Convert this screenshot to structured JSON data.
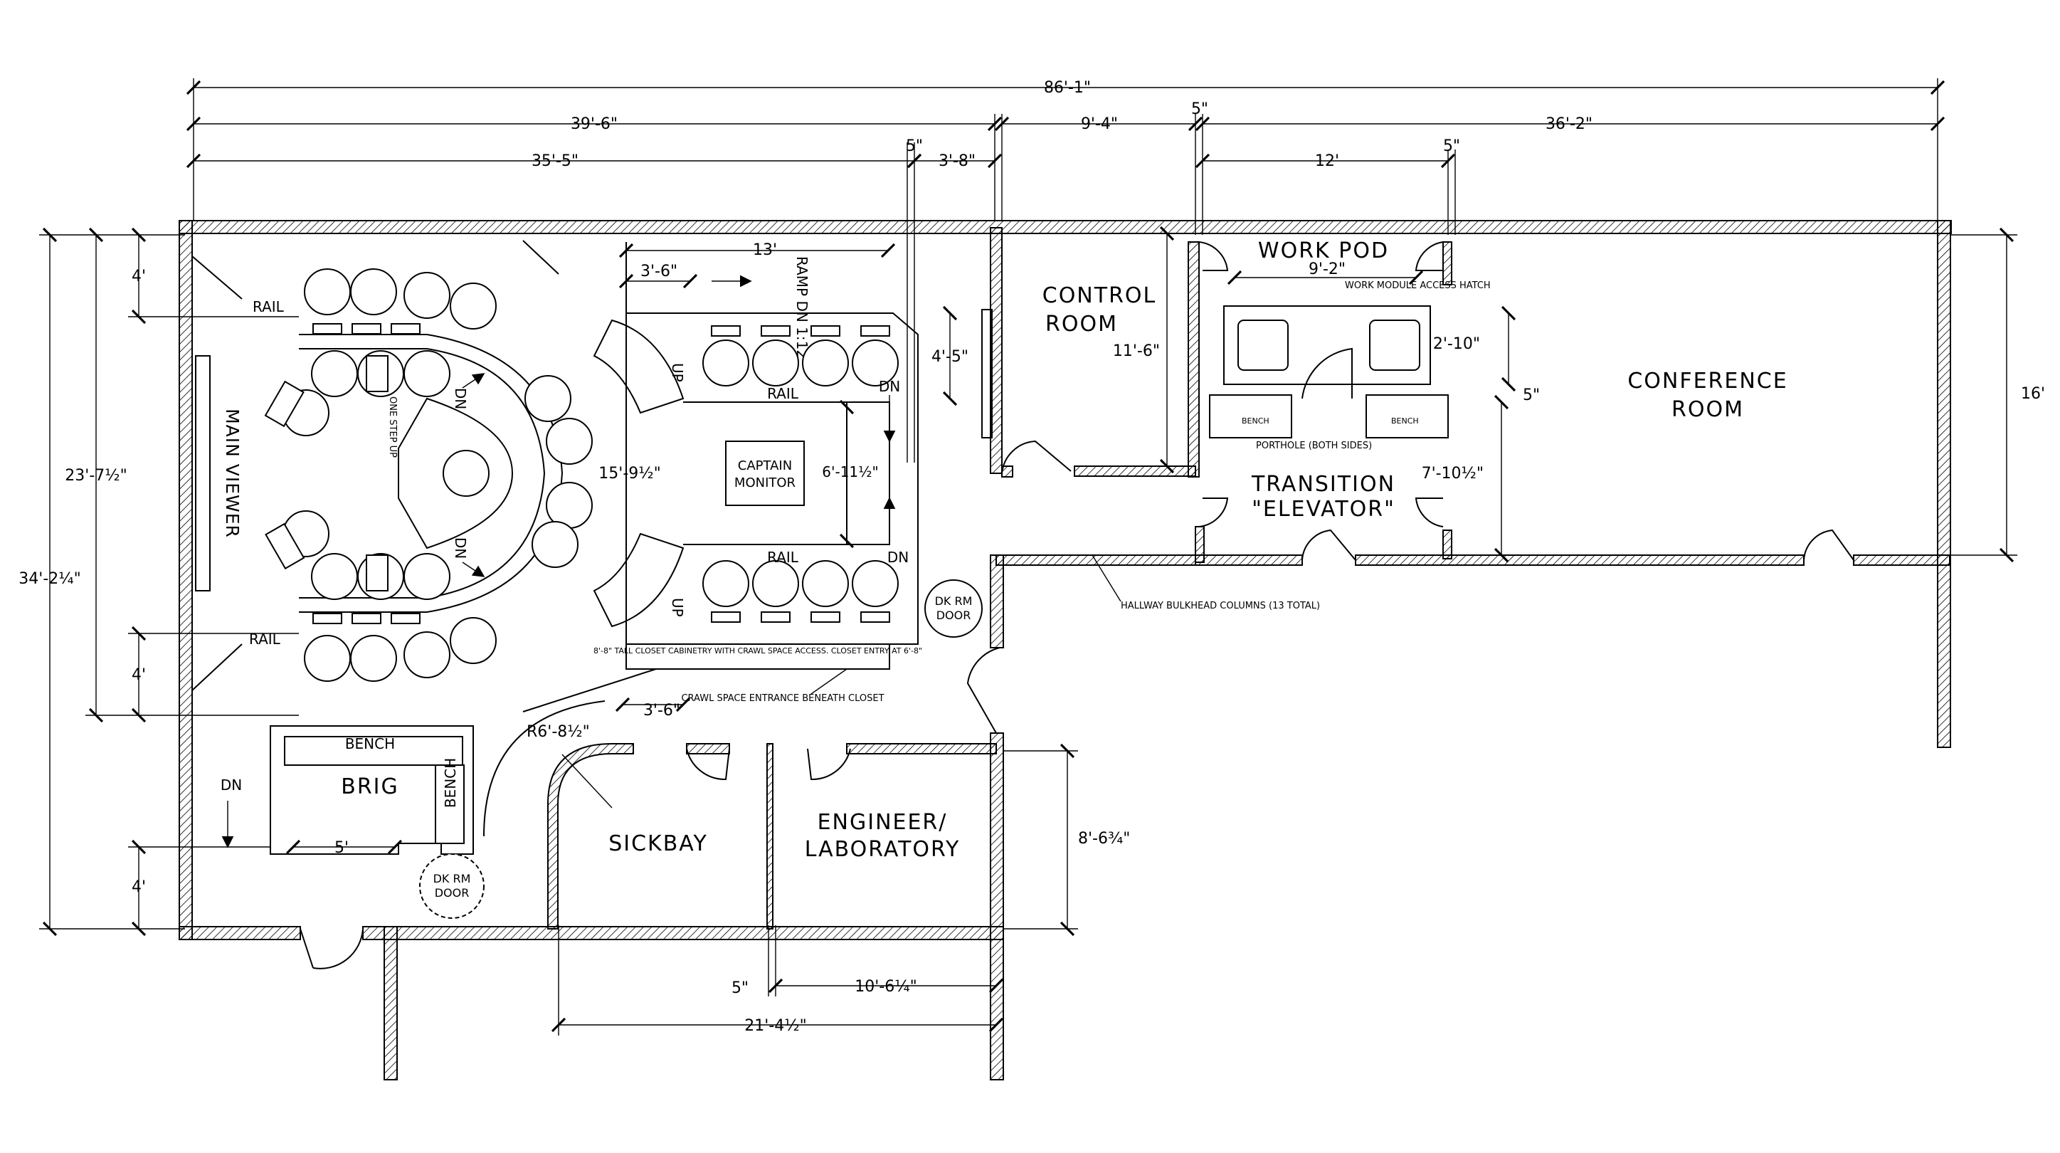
{
  "overall_dims": {
    "total": "86'-1\"",
    "bridge_outer": "39'-6\"",
    "bridge_inner": "35'-5\"",
    "gap_5_a": "5\"",
    "gap_3_8": "3'-8\"",
    "control_width": "9'-4\"",
    "gap_5_b": "5\"",
    "right_section": "36'-2\"",
    "work_pod_width": "12'",
    "gap_5_c": "5\""
  },
  "left_dims": {
    "overall_height": "34'-2¼\"",
    "inner_height": "23'-7½\"",
    "rail_offset_top": "4'",
    "rail_offset_bottom": "4'",
    "brig_offset": "4'"
  },
  "bridge": {
    "main_viewer": "MAIN VIEWER",
    "rail_top": "RAIL",
    "rail_bottom": "RAIL",
    "dn_upper": "DN",
    "dn_lower": "DN",
    "one_step_up": "ONE STEP UP",
    "radius": "R6'-8½\""
  },
  "captain_area": {
    "width_13": "13'",
    "ramp_offset": "3'-6\"",
    "ramp_label": "RAMP DN 1:12",
    "up_upper": "UP",
    "up_lower": "UP",
    "rail_upper": "RAIL",
    "rail_lower": "RAIL",
    "captain_monitor": "CAPTAIN MONITOR",
    "depth": "15'-9½\"",
    "monitor_width": "6'-11½\"",
    "side_dim": "4'-5\"",
    "dn_upper": "DN",
    "dn_lower": "DN",
    "dk_rm_door": "DK RM DOOR",
    "closet_note": "8'-8\" TALL CLOSET CABINETRY WITH CRAWL SPACE ACCESS. CLOSET ENTRY AT 6'-8\"",
    "crawl_note": "CRAWL SPACE ENTRANCE BENEATH CLOSET",
    "corridor_dim": "3'-6\""
  },
  "brig": {
    "label": "BRIG",
    "bench_top": "BENCH",
    "bench_side": "BENCH",
    "dn": "DN",
    "width": "5'",
    "dk_rm_door": "DK RM DOOR"
  },
  "lower_rooms": {
    "sickbay": "SICKBAY",
    "engineer": "ENGINEER/ LABORATORY",
    "height": "8'-6¾\"",
    "gap_5": "5\"",
    "engineer_width": "10'-6¼\"",
    "total_width": "21'-4½\""
  },
  "control_room": {
    "label": "CONTROL ROOM",
    "height": "11'-6\""
  },
  "hallway_note": "HALLWAY BULKHEAD COLUMNS (13 TOTAL)",
  "work_pod": {
    "label": "WORK POD",
    "width": "9'-2\"",
    "hatch_note": "WORK MODULE ACCESS HATCH",
    "desk_depth": "2'-10\"",
    "gap_5": "5\"",
    "bench_left": "BENCH",
    "bench_right": "BENCH",
    "porthole_note": "PORTHOLE (BOTH SIDES)"
  },
  "transition": {
    "label": "TRANSITION \"ELEVATOR\"",
    "height": "7'-10½\""
  },
  "conference": {
    "label": "CONFERENCE ROOM",
    "height": "16'"
  }
}
